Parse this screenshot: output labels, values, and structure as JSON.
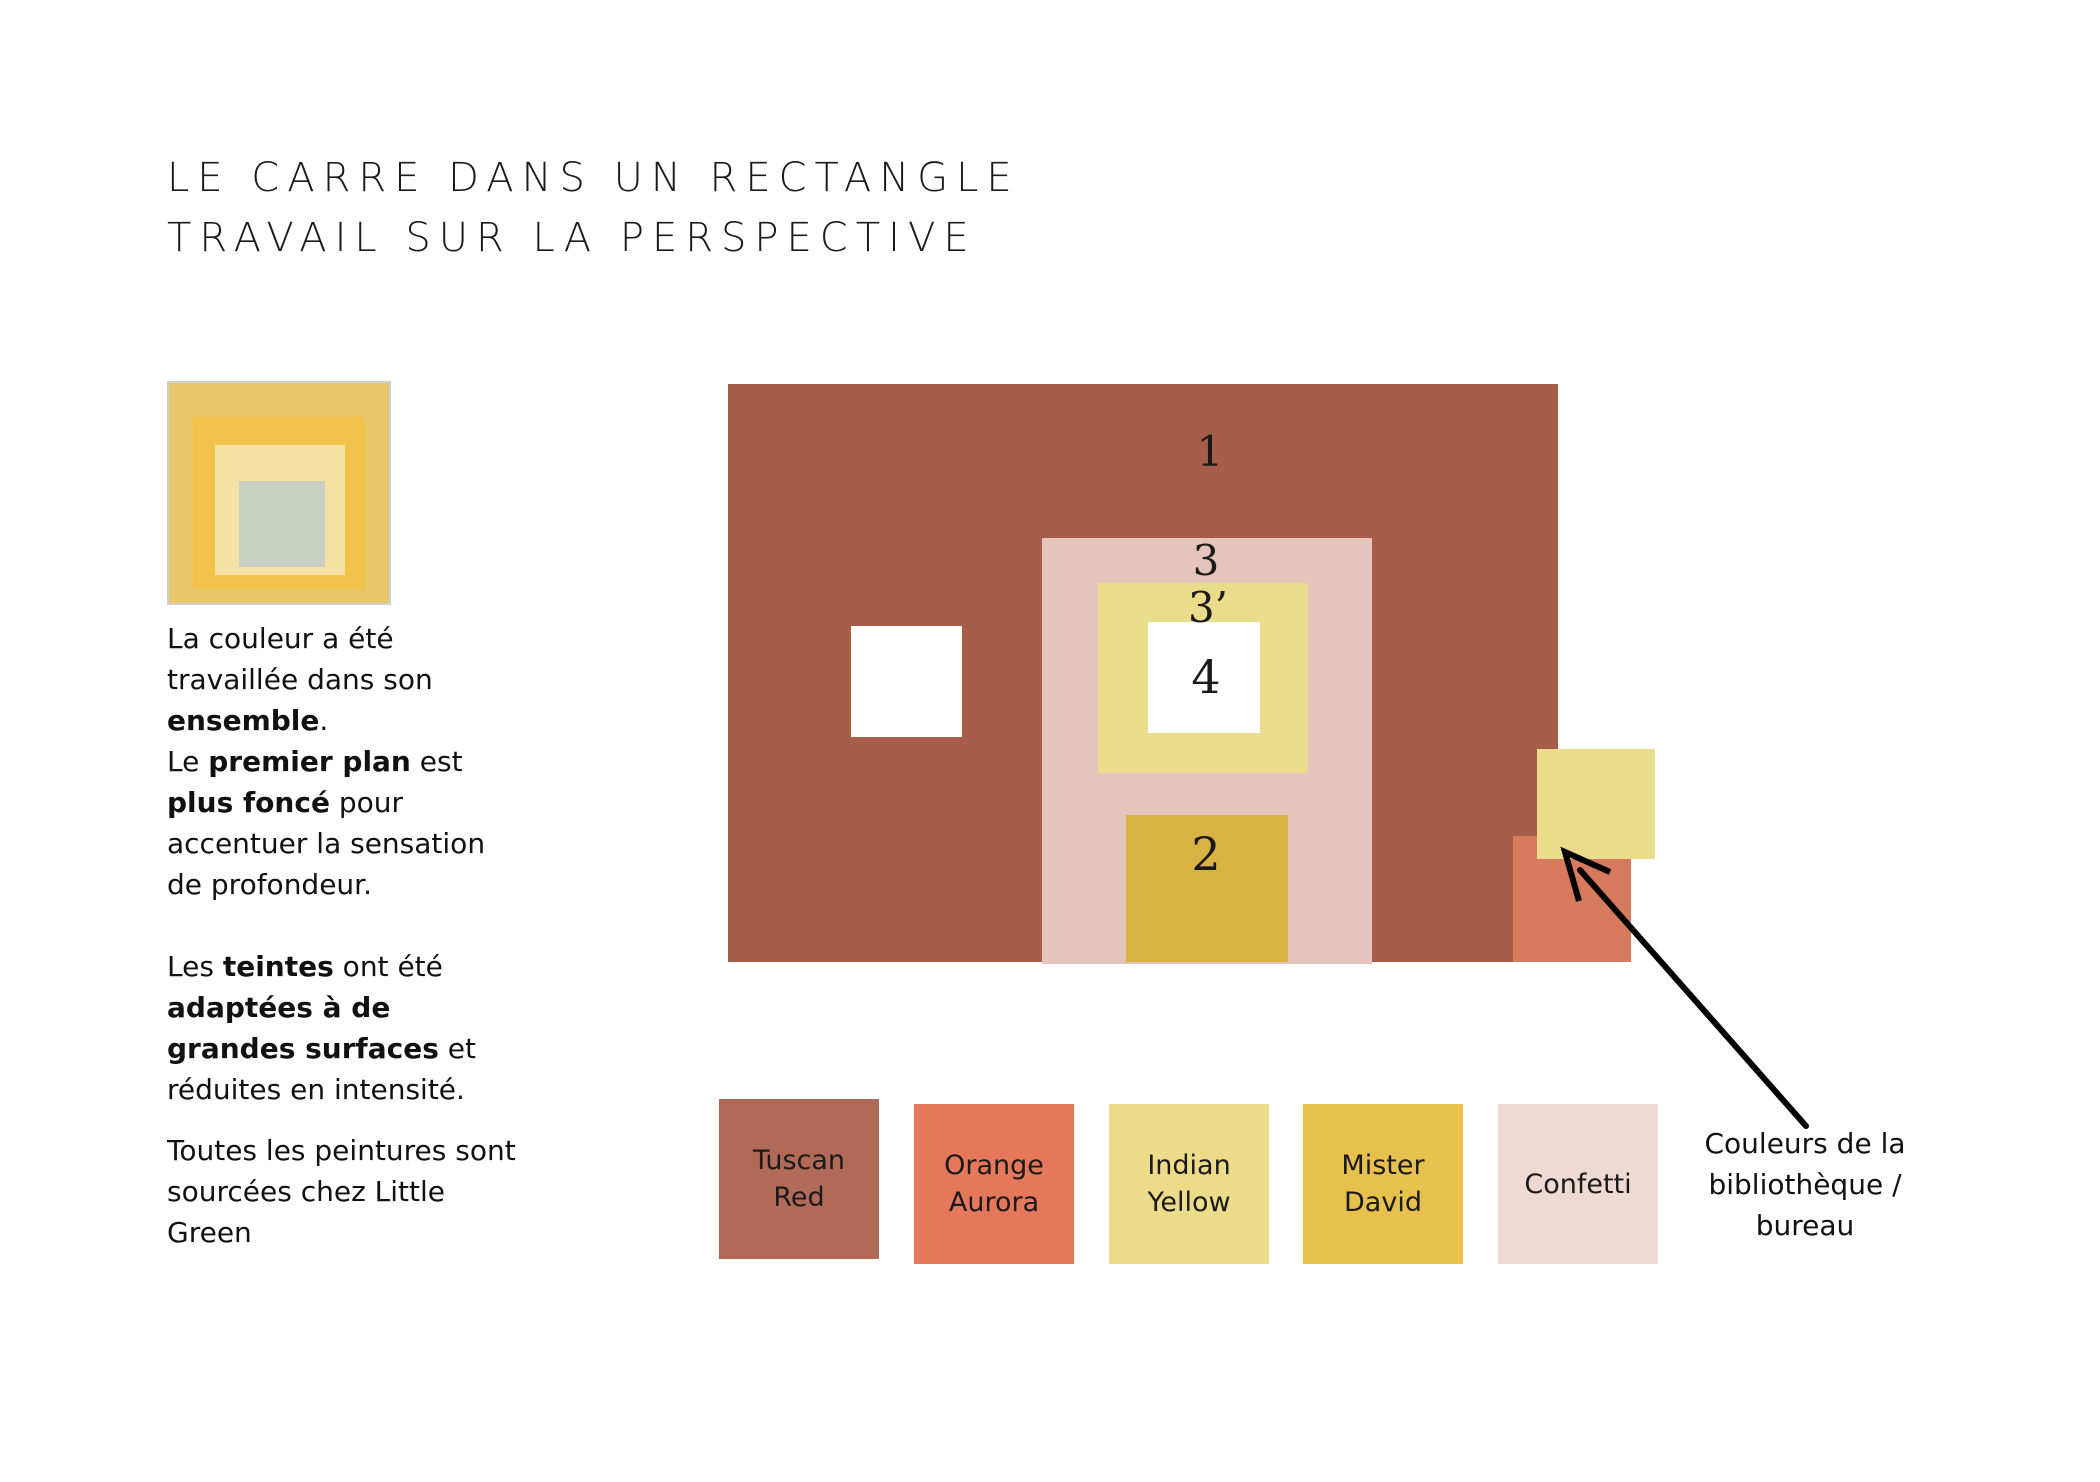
{
  "header": {
    "title_line1": "LE CARRE DANS UN RECTANGLE",
    "title_line2": "TRAVAIL SUR LA PERSPECTIVE"
  },
  "description": {
    "p1_a": "La couleur a été travaillée dans son ",
    "p1_b": "ensemble",
    "p1_c": ".",
    "p2_a": "Le ",
    "p2_b": "premier plan",
    "p2_c": " est ",
    "p2_d": "plus foncé",
    "p2_e": " pour accentuer la sensation de profondeur.",
    "p3_a": "Les ",
    "p3_b": "teintes",
    "p3_c": " ont été ",
    "p3_d": "adaptées à de grandes surfaces",
    "p3_e": " et réduites en intensité.",
    "p4": "Toutes les peintures sont sourcées chez Little Green"
  },
  "diagram": {
    "labels": {
      "n1": "1",
      "n2": "2",
      "n3": "3",
      "n3p": "3’",
      "n4": "4"
    },
    "colors": {
      "wall": "#a65e4b",
      "recess": "#e4c4bb",
      "shelf": "#eadc8a",
      "cabinet": "#d9b344",
      "desk_orange": "#d77b5f",
      "desk_yellow": "#eadc8a",
      "arrow": "#000000"
    },
    "arrow_icon": "arrow-up-left-icon"
  },
  "swatches": [
    {
      "name": "Tuscan\nRed",
      "color": "#b06a57"
    },
    {
      "name": "Orange\nAurora",
      "color": "#e5775b"
    },
    {
      "name": "Indian\nYellow",
      "color": "#ecdc89"
    },
    {
      "name": "Mister\nDavid",
      "color": "#e8c04e"
    },
    {
      "name": "Confetti",
      "color": "#efd9d3"
    }
  ],
  "caption": "Couleurs de la bibliothèque / bureau"
}
